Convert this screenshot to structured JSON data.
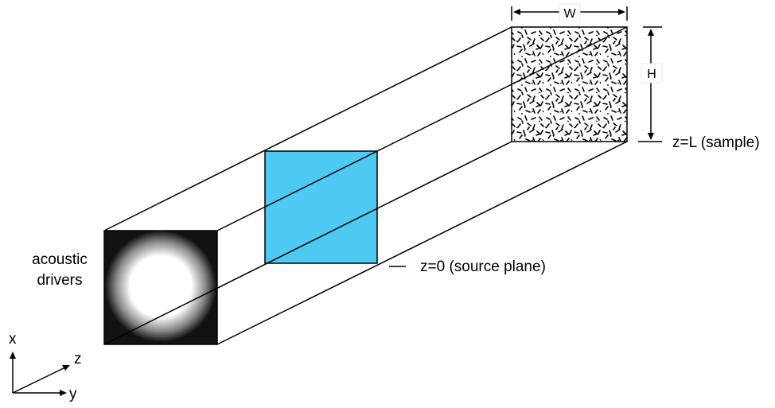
{
  "labels": {
    "width": "W",
    "height": "H",
    "sample_plane": "z=L (sample)",
    "source_plane": "z=0  (source plane)",
    "drivers_line1": "acoustic",
    "drivers_line2": "drivers",
    "axis_x": "x",
    "axis_y": "y",
    "axis_z": "z"
  },
  "colors": {
    "source_plane_fill": "#4ec9f2",
    "driver_background": "#111111",
    "driver_glow": "#ffffff",
    "outline": "#000000"
  },
  "icons": {
    "sample_texture": "random-speckle-pattern",
    "driver_spot": "radial-glow"
  }
}
